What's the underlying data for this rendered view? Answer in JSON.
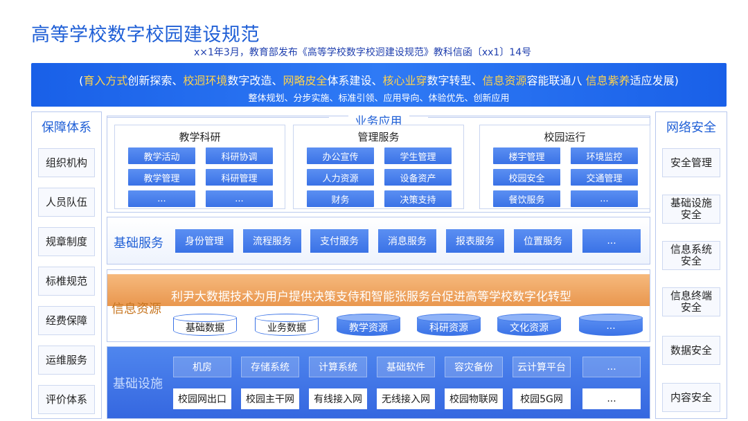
{
  "title": "高等学校数字校园建设规范",
  "subtitle": "x×1年3月，教育部发布《高等学校数字校迥建设规范》教科信函〔xx1〕14号",
  "banner": {
    "line1": [
      {
        "t": "(",
        "hl": false
      },
      {
        "t": "育入方式",
        "hl": true
      },
      {
        "t": "创新探索、",
        "hl": false
      },
      {
        "t": "校迥环境",
        "hl": true
      },
      {
        "t": "数字改造、",
        "hl": false
      },
      {
        "t": "网略皮全",
        "hl": true
      },
      {
        "t": "体系建设、",
        "hl": false
      },
      {
        "t": "核心业穿",
        "hl": true
      },
      {
        "t": "数字转型、",
        "hl": false
      },
      {
        "t": "信息资源",
        "hl": true
      },
      {
        "t": "容能联通八 ",
        "hl": false
      },
      {
        "t": "信息紫养",
        "hl": true
      },
      {
        "t": "适应发展)",
        "hl": false
      }
    ],
    "line2": "整体规划、分步实施、标准引领、应用导向、体验优先、创新应用"
  },
  "left": {
    "title": "保障体系",
    "items": [
      "组织机构",
      "人员队伍",
      "规章制度",
      "标椎规范",
      "经费保障",
      "运维服务",
      "评价体系"
    ]
  },
  "right": {
    "title": "网络安全",
    "items": [
      "安全管理",
      "基础设施\n安全",
      "信息系统\n安全",
      "信息终端\n安全",
      "数据安全",
      "内容安全"
    ]
  },
  "business": {
    "title": "业务应用",
    "groups": [
      {
        "title": "教学科研",
        "items": [
          "教学活动",
          "科研协调",
          "教学管理",
          "科研管理",
          "...",
          "..."
        ]
      },
      {
        "title": "管理服务",
        "items": [
          "办公宣传",
          "学生管理",
          "人力资源",
          "设备资产",
          "财务",
          "决策支持"
        ]
      },
      {
        "title": "校园运行",
        "items": [
          "楼宇管理",
          "环境监控",
          "校园安全",
          "交通管理",
          "餐饮服务",
          "..."
        ]
      }
    ]
  },
  "basic": {
    "title": "基础服务",
    "items": [
      "身份管理",
      "流程服务",
      "支付服务",
      "消息服务",
      "报表服务",
      "位置服务",
      "..."
    ]
  },
  "info": {
    "title": "信息资源",
    "slogan": "利尹大数据技术为用户提供决策支侍和智能张服务台促进高等学校数字化转型",
    "items": [
      {
        "label": "基础数据",
        "style": "outline"
      },
      {
        "label": "业务数据",
        "style": "outline"
      },
      {
        "label": "教学资源",
        "style": "filled"
      },
      {
        "label": "科研资源",
        "style": "filled"
      },
      {
        "label": "文化资源",
        "style": "filled"
      },
      {
        "label": "...",
        "style": "filled"
      }
    ]
  },
  "infra": {
    "title": "基础设施",
    "row1": [
      "机房",
      "存储系统",
      "计算系统",
      "基础软件",
      "容灾备份",
      "云计算平台",
      "..."
    ],
    "row2": [
      "校园网出口",
      "校园主干网",
      "有线接入网",
      "无线接入网",
      "校园物联网",
      "校园5G网",
      "..."
    ]
  }
}
